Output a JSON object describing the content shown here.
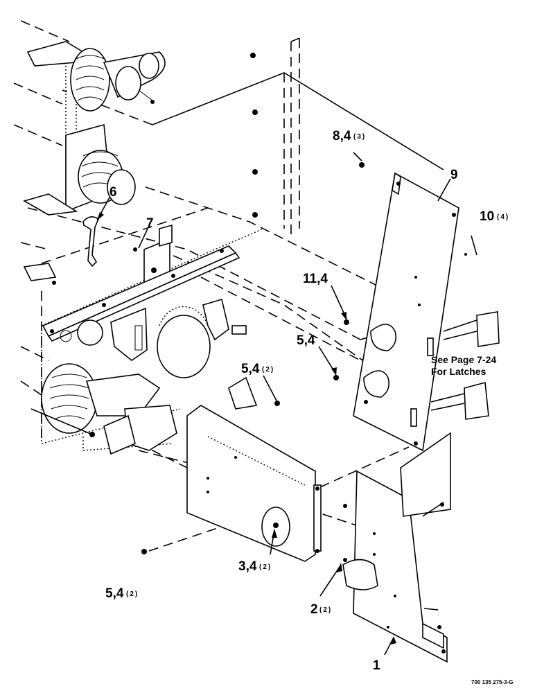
{
  "callouts": {
    "c_8_4": {
      "main": "8,4",
      "qty": "(3)"
    },
    "c_9": {
      "main": "9"
    },
    "c_10": {
      "main": "10",
      "qty": "(4)"
    },
    "c_6": {
      "main": "6"
    },
    "c_7": {
      "main": "7"
    },
    "c_11_4": {
      "main": "11,4"
    },
    "c_5_4_a": {
      "main": "5,4"
    },
    "c_5_4_b": {
      "main": "5,4",
      "qty": "(2)"
    },
    "c_5_4_c": {
      "main": "5,4",
      "qty": "(2)"
    },
    "c_3_4": {
      "main": "3,4",
      "qty": "(2)"
    },
    "c_2": {
      "main": "2",
      "qty": "(2)"
    },
    "c_1": {
      "main": "1"
    }
  },
  "note": {
    "line1": "See Page 7-24",
    "line2": "For Latches"
  },
  "drawing_number": "700 135 275-3-G"
}
